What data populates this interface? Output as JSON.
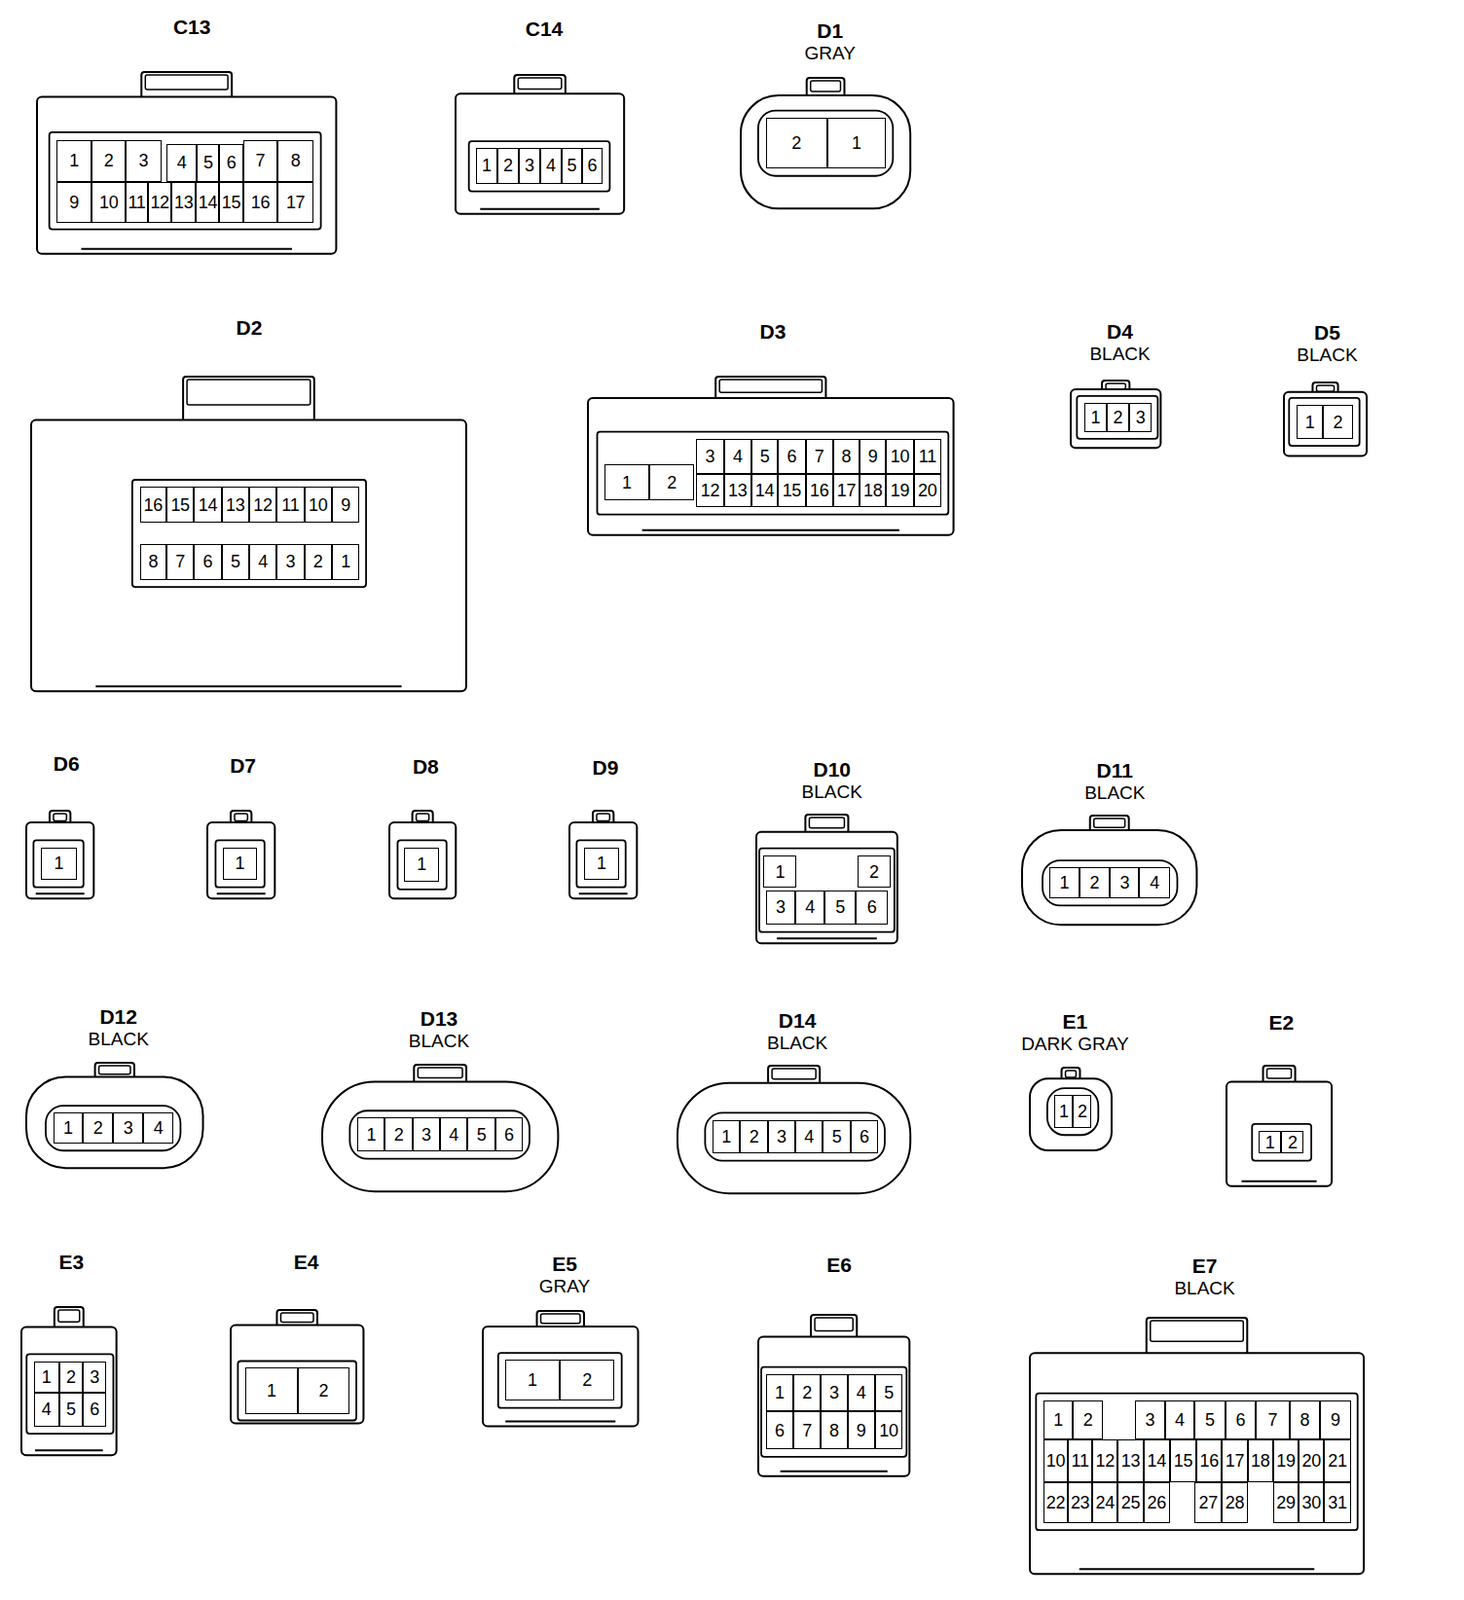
{
  "diagram": {
    "nodes": [
      {
        "text": [
          "C13"
        ]
      },
      {
        "text": [
          "1"
        ],
        "in": 0
      },
      {
        "text": [
          "2"
        ],
        "in": 0
      },
      {
        "text": [
          "3"
        ],
        "in": 0
      },
      {
        "text": [
          "4"
        ],
        "in": 0
      },
      {
        "text": [
          "5"
        ],
        "in": 0
      },
      {
        "text": [
          "6"
        ],
        "in": 0
      },
      {
        "text": [
          "7"
        ],
        "in": 0
      },
      {
        "text": [
          "8"
        ],
        "in": 0
      },
      {
        "text": [
          "9"
        ],
        "in": 0
      },
      {
        "text": [
          "10"
        ],
        "in": 0
      },
      {
        "text": [
          "11"
        ],
        "in": 0
      },
      {
        "text": [
          "12"
        ],
        "in": 0
      },
      {
        "text": [
          "13"
        ],
        "in": 0
      },
      {
        "text": [
          "14"
        ],
        "in": 0
      },
      {
        "text": [
          "15"
        ],
        "in": 0
      },
      {
        "text": [
          "16"
        ],
        "in": 0
      },
      {
        "text": [
          "17"
        ],
        "in": 0
      },
      {
        "text": [
          "C14"
        ]
      },
      {
        "text": [
          "1"
        ],
        "in": 18
      },
      {
        "text": [
          "2"
        ],
        "in": 18
      },
      {
        "text": [
          "3"
        ],
        "in": 18
      },
      {
        "text": [
          "4"
        ],
        "in": 18
      },
      {
        "text": [
          "5"
        ],
        "in": 18
      },
      {
        "text": [
          "6"
        ],
        "in": 18
      },
      {
        "text": [
          "D1",
          "GRAY"
        ]
      },
      {
        "text": [
          "2"
        ],
        "in": 25
      },
      {
        "text": [
          "1"
        ],
        "in": 25
      },
      {
        "text": [
          "D2"
        ]
      },
      {
        "text": [
          "16"
        ],
        "in": 28
      },
      {
        "text": [
          "15"
        ],
        "in": 28
      },
      {
        "text": [
          "14"
        ],
        "in": 28
      },
      {
        "text": [
          "13"
        ],
        "in": 28
      },
      {
        "text": [
          "12"
        ],
        "in": 28
      },
      {
        "text": [
          "11"
        ],
        "in": 28
      },
      {
        "text": [
          "10"
        ],
        "in": 28
      },
      {
        "text": [
          "9"
        ],
        "in": 28
      },
      {
        "text": [
          "8"
        ],
        "in": 28
      },
      {
        "text": [
          "7"
        ],
        "in": 28
      },
      {
        "text": [
          "6"
        ],
        "in": 28
      },
      {
        "text": [
          "5"
        ],
        "in": 28
      },
      {
        "text": [
          "4"
        ],
        "in": 28
      },
      {
        "text": [
          "3"
        ],
        "in": 28
      },
      {
        "text": [
          "2"
        ],
        "in": 28
      },
      {
        "text": [
          "1"
        ],
        "in": 28
      },
      {
        "text": [
          "D3"
        ]
      },
      {
        "text": [
          "1"
        ],
        "in": 45
      },
      {
        "text": [
          "2"
        ],
        "in": 45
      },
      {
        "text": [
          "3"
        ],
        "in": 45
      },
      {
        "text": [
          "4"
        ],
        "in": 45
      },
      {
        "text": [
          "5"
        ],
        "in": 45
      },
      {
        "text": [
          "6"
        ],
        "in": 45
      },
      {
        "text": [
          "7"
        ],
        "in": 45
      },
      {
        "text": [
          "8"
        ],
        "in": 45
      },
      {
        "text": [
          "9"
        ],
        "in": 45
      },
      {
        "text": [
          "10"
        ],
        "in": 45
      },
      {
        "text": [
          "11"
        ],
        "in": 45
      },
      {
        "text": [
          "12"
        ],
        "in": 45
      },
      {
        "text": [
          "13"
        ],
        "in": 45
      },
      {
        "text": [
          "14"
        ],
        "in": 45
      },
      {
        "text": [
          "15"
        ],
        "in": 45
      },
      {
        "text": [
          "16"
        ],
        "in": 45
      },
      {
        "text": [
          "17"
        ],
        "in": 45
      },
      {
        "text": [
          "18"
        ],
        "in": 45
      },
      {
        "text": [
          "19"
        ],
        "in": 45
      },
      {
        "text": [
          "20"
        ],
        "in": 45
      },
      {
        "text": [
          "D4",
          "BLACK"
        ]
      },
      {
        "text": [
          "1"
        ],
        "in": 66
      },
      {
        "text": [
          "2"
        ],
        "in": 66
      },
      {
        "text": [
          "3"
        ],
        "in": 66
      },
      {
        "text": [
          "D5",
          "BLACK"
        ]
      },
      {
        "text": [
          "1"
        ],
        "in": 70
      },
      {
        "text": [
          "2"
        ],
        "in": 70
      },
      {
        "text": [
          "D6"
        ]
      },
      {
        "text": [
          "1"
        ],
        "in": 73
      },
      {
        "text": [
          "D7"
        ]
      },
      {
        "text": [
          "1"
        ],
        "in": 75
      },
      {
        "text": [
          "D8"
        ]
      },
      {
        "text": [
          "1"
        ],
        "in": 77
      },
      {
        "text": [
          "D9"
        ]
      },
      {
        "text": [
          "1"
        ],
        "in": 79
      },
      {
        "text": [
          "D10",
          "BLACK"
        ]
      },
      {
        "text": [
          "1"
        ],
        "in": 81
      },
      {
        "text": [
          "2"
        ],
        "in": 81
      },
      {
        "text": [
          "3"
        ],
        "in": 81
      },
      {
        "text": [
          "4"
        ],
        "in": 81
      },
      {
        "text": [
          "5"
        ],
        "in": 81
      },
      {
        "text": [
          "6"
        ],
        "in": 81
      },
      {
        "text": [
          "D11",
          "BLACK"
        ]
      },
      {
        "text": [
          "1"
        ],
        "in": 88
      },
      {
        "text": [
          "2"
        ],
        "in": 88
      },
      {
        "text": [
          "3"
        ],
        "in": 88
      },
      {
        "text": [
          "4"
        ],
        "in": 88
      },
      {
        "text": [
          "D12",
          "BLACK"
        ]
      },
      {
        "text": [
          "1"
        ],
        "in": 93
      },
      {
        "text": [
          "2"
        ],
        "in": 93
      },
      {
        "text": [
          "3"
        ],
        "in": 93
      },
      {
        "text": [
          "4"
        ],
        "in": 93
      },
      {
        "text": [
          "D13",
          "BLACK"
        ]
      },
      {
        "text": [
          "1"
        ],
        "in": 98
      },
      {
        "text": [
          "2"
        ],
        "in": 98
      },
      {
        "text": [
          "3"
        ],
        "in": 98
      },
      {
        "text": [
          "4"
        ],
        "in": 98
      },
      {
        "text": [
          "5"
        ],
        "in": 98
      },
      {
        "text": [
          "6"
        ],
        "in": 98
      },
      {
        "text": [
          "D14",
          "BLACK"
        ]
      },
      {
        "text": [
          "1"
        ],
        "in": 105
      },
      {
        "text": [
          "2"
        ],
        "in": 105
      },
      {
        "text": [
          "3"
        ],
        "in": 105
      },
      {
        "text": [
          "4"
        ],
        "in": 105
      },
      {
        "text": [
          "5"
        ],
        "in": 105
      },
      {
        "text": [
          "6"
        ],
        "in": 105
      },
      {
        "text": [
          "E1",
          "DARK GRAY"
        ]
      },
      {
        "text": [
          "1"
        ],
        "in": 112
      },
      {
        "text": [
          "2"
        ],
        "in": 112
      },
      {
        "text": [
          "E2"
        ]
      },
      {
        "text": [
          "1"
        ],
        "in": 115
      },
      {
        "text": [
          "2"
        ],
        "in": 115
      },
      {
        "text": [
          "E3"
        ]
      },
      {
        "text": [
          "1"
        ],
        "in": 118
      },
      {
        "text": [
          "2"
        ],
        "in": 118
      },
      {
        "text": [
          "3"
        ],
        "in": 118
      },
      {
        "text": [
          "4"
        ],
        "in": 118
      },
      {
        "text": [
          "5"
        ],
        "in": 118
      },
      {
        "text": [
          "6"
        ],
        "in": 118
      },
      {
        "text": [
          "E4"
        ]
      },
      {
        "text": [
          "1"
        ],
        "in": 125
      },
      {
        "text": [
          "2"
        ],
        "in": 125
      },
      {
        "text": [
          "E5",
          "GRAY"
        ]
      },
      {
        "text": [
          "1"
        ],
        "in": 128
      },
      {
        "text": [
          "2"
        ],
        "in": 128
      },
      {
        "text": [
          "E6"
        ]
      },
      {
        "text": [
          "1"
        ],
        "in": 131
      },
      {
        "text": [
          "2"
        ],
        "in": 131
      },
      {
        "text": [
          "3"
        ],
        "in": 131
      },
      {
        "text": [
          "4"
        ],
        "in": 131
      },
      {
        "text": [
          "5"
        ],
        "in": 131
      },
      {
        "text": [
          "6"
        ],
        "in": 131
      },
      {
        "text": [
          "7"
        ],
        "in": 131
      },
      {
        "text": [
          "8"
        ],
        "in": 131
      },
      {
        "text": [
          "9"
        ],
        "in": 131
      },
      {
        "text": [
          "10"
        ],
        "in": 131
      },
      {
        "text": [
          "E7",
          "BLACK"
        ]
      },
      {
        "text": [
          "1"
        ],
        "in": 142
      },
      {
        "text": [
          "2"
        ],
        "in": 142
      },
      {
        "text": [
          "3"
        ],
        "in": 142
      },
      {
        "text": [
          "4"
        ],
        "in": 142
      },
      {
        "text": [
          "5"
        ],
        "in": 142
      },
      {
        "text": [
          "6"
        ],
        "in": 142
      },
      {
        "text": [
          "7"
        ],
        "in": 142
      },
      {
        "text": [
          "8"
        ],
        "in": 142
      },
      {
        "text": [
          "9"
        ],
        "in": 142
      },
      {
        "text": [
          "10"
        ],
        "in": 142
      },
      {
        "text": [
          "11"
        ],
        "in": 142
      },
      {
        "text": [
          "12"
        ],
        "in": 142
      },
      {
        "text": [
          "13"
        ],
        "in": 142
      },
      {
        "text": [
          "14"
        ],
        "in": 142
      },
      {
        "text": [
          "15"
        ],
        "in": 142
      },
      {
        "text": [
          "16"
        ],
        "in": 142
      },
      {
        "text": [
          "17"
        ],
        "in": 142
      },
      {
        "text": [
          "18"
        ],
        "in": 142
      },
      {
        "text": [
          "19"
        ],
        "in": 142
      },
      {
        "text": [
          "20"
        ],
        "in": 142
      },
      {
        "text": [
          "21"
        ],
        "in": 142
      },
      {
        "text": [
          "22"
        ],
        "in": 142
      },
      {
        "text": [
          "23"
        ],
        "in": 142
      },
      {
        "text": [
          "24"
        ],
        "in": 142
      },
      {
        "text": [
          "25"
        ],
        "in": 142
      },
      {
        "text": [
          "26"
        ],
        "in": 142
      },
      {
        "text": [
          "27"
        ],
        "in": 142
      },
      {
        "text": [
          "28"
        ],
        "in": 142
      },
      {
        "text": [
          "29"
        ],
        "in": 142
      },
      {
        "text": [
          "30"
        ],
        "in": 142
      },
      {
        "text": [
          "31"
        ],
        "in": 142
      }
    ]
  }
}
